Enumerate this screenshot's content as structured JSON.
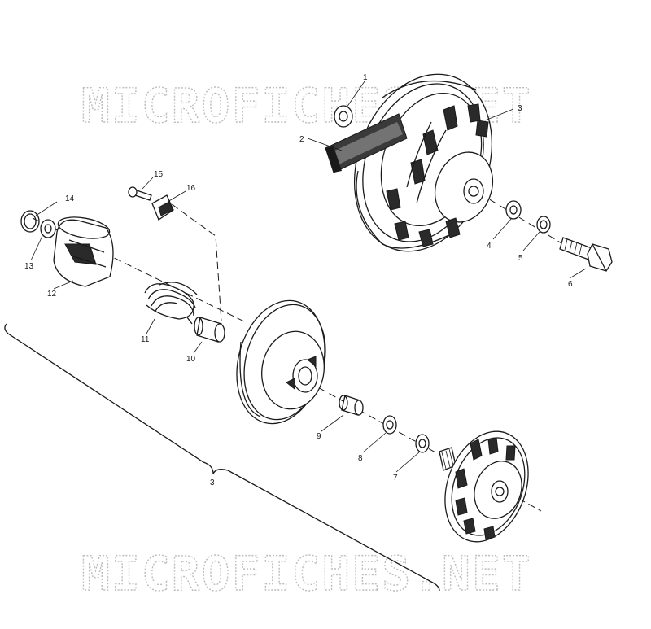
{
  "watermark": {
    "top": "MICROFICHES.NET",
    "bottom": "MICROFICHES.NET"
  },
  "callouts": [
    {
      "id": "1",
      "label": "1"
    },
    {
      "id": "2",
      "label": "2"
    },
    {
      "id": "3a",
      "label": "3"
    },
    {
      "id": "4",
      "label": "4"
    },
    {
      "id": "5",
      "label": "5"
    },
    {
      "id": "6",
      "label": "6"
    },
    {
      "id": "7",
      "label": "7"
    },
    {
      "id": "8",
      "label": "8"
    },
    {
      "id": "9",
      "label": "9"
    },
    {
      "id": "10",
      "label": "10"
    },
    {
      "id": "11",
      "label": "11"
    },
    {
      "id": "12",
      "label": "12"
    },
    {
      "id": "13",
      "label": "13"
    },
    {
      "id": "14",
      "label": "14"
    },
    {
      "id": "15",
      "label": "15"
    },
    {
      "id": "16",
      "label": "16"
    },
    {
      "id": "3b",
      "label": "3"
    }
  ],
  "colors": {
    "line": "#1a1a1a",
    "watermark": "#bdbdbd",
    "background": "#ffffff"
  }
}
